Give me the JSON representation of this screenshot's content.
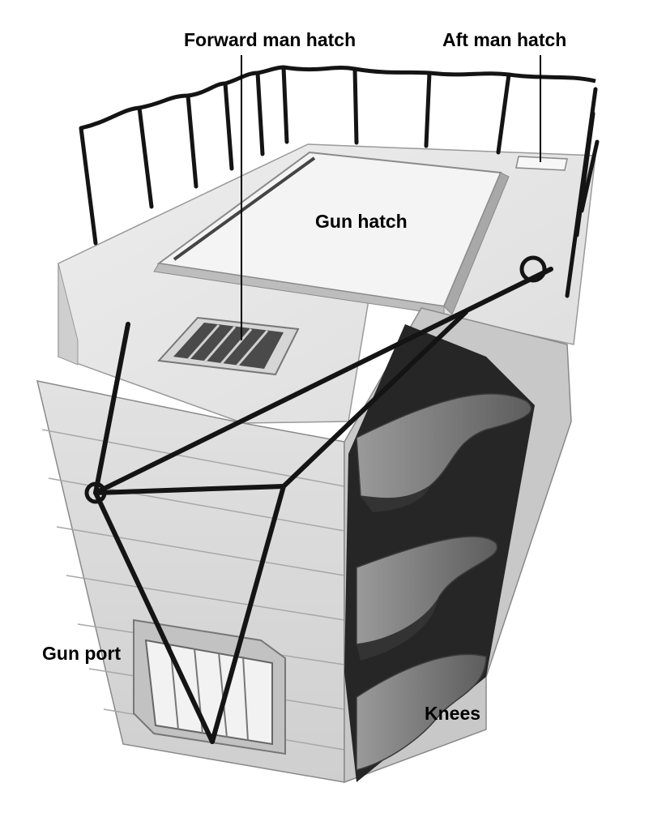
{
  "labels": {
    "forward_man_hatch": "Forward man hatch",
    "aft_man_hatch": "Aft man hatch",
    "gun_hatch": "Gun hatch",
    "gun_port": "Gun port",
    "knees": "Knees"
  },
  "colors": {
    "deck": "#e9e9e9",
    "hull_front": "#dcdcdc",
    "hull_right": "#d2d2d2",
    "interior": "#1f1f1f",
    "interior_mid": "#555555",
    "knee": "#7a7a7a",
    "knee_light": "#bdbdbd",
    "rope": "#141414",
    "text": "#000000"
  }
}
